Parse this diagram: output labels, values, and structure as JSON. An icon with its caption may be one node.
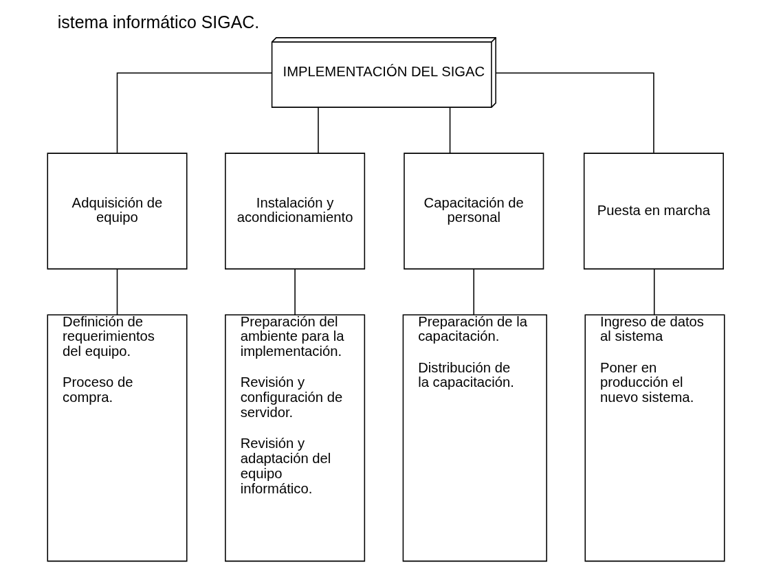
{
  "diagram": {
    "title": "istema informático SIGAC.",
    "nodes": [
      {
        "text": [
          "IMPLEMENTACIÓN DEL SIGAC"
        ]
      },
      {
        "text": [
          "Adquisición de equipo"
        ]
      },
      {
        "text": [
          "Instalación y acondicionamiento"
        ]
      },
      {
        "text": [
          "Capacitación de personal"
        ]
      },
      {
        "text": [
          "Puesta en marcha"
        ]
      },
      {
        "text": [
          "Definición de requerimientos del equipo.",
          "Proceso de compra."
        ]
      },
      {
        "text": [
          "Preparación del ambiente para la implementación.",
          "Revisión y configuración de servidor.",
          "Revisión y adaptación del equipo informático."
        ]
      },
      {
        "text": [
          "Preparación de la capacitación.",
          "Distribución de la capacitación."
        ]
      },
      {
        "text": [
          "Ingreso de datos al sistema",
          "Poner en producción el nuevo sistema."
        ]
      }
    ],
    "edges": [
      {
        "from": 0,
        "to": 1,
        "arrow": "none"
      },
      {
        "from": 0,
        "to": 2,
        "arrow": "none"
      },
      {
        "from": 0,
        "to": 3,
        "arrow": "none"
      },
      {
        "from": 0,
        "to": 4,
        "arrow": "none"
      },
      {
        "from": 1,
        "to": 5,
        "arrow": "none"
      },
      {
        "from": 2,
        "to": 6,
        "arrow": "none"
      },
      {
        "from": 3,
        "to": 7,
        "arrow": "none"
      },
      {
        "from": 4,
        "to": 8,
        "arrow": "none"
      }
    ]
  }
}
